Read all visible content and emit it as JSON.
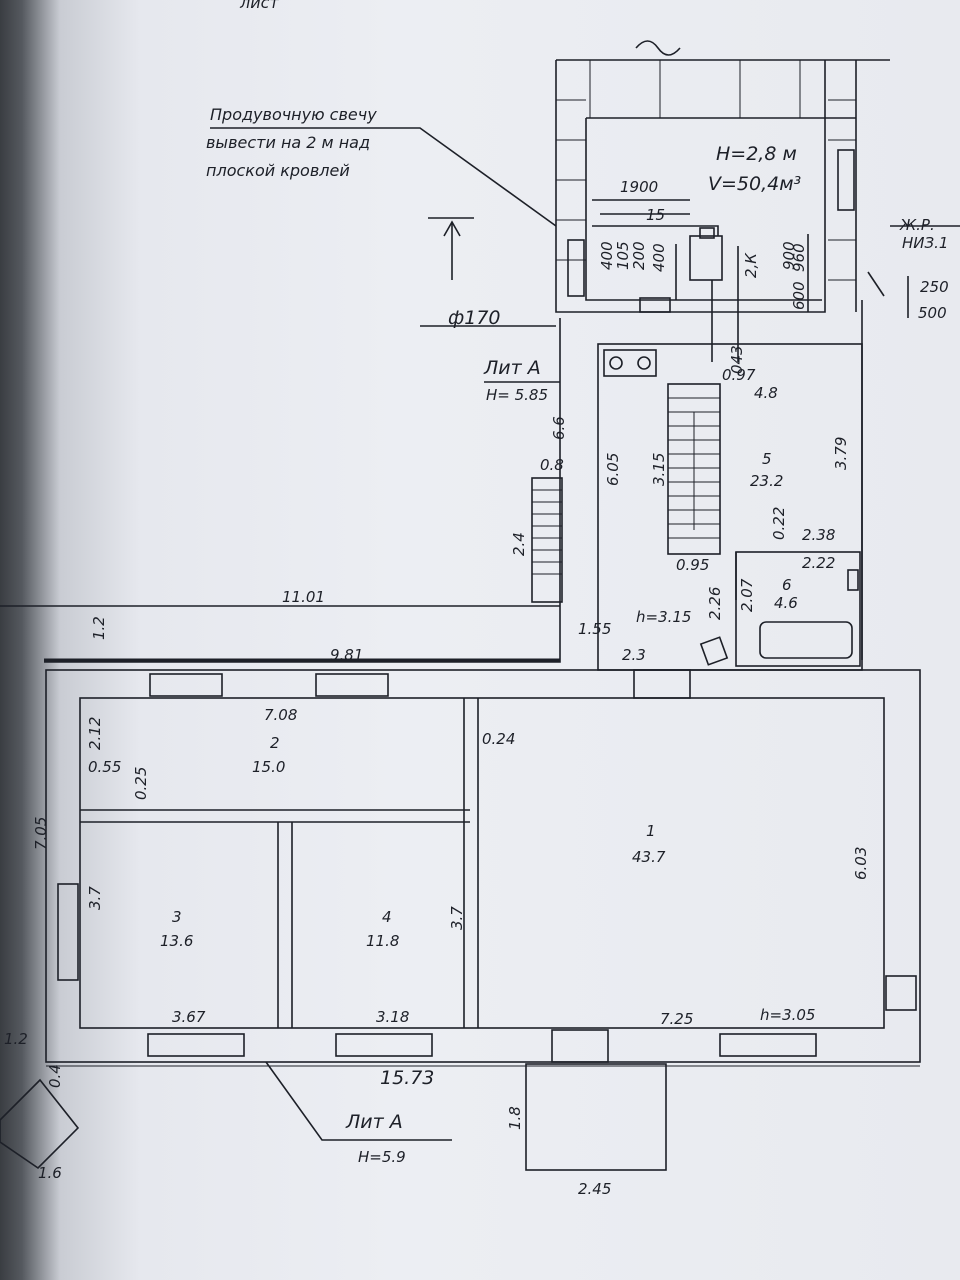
{
  "note": {
    "line1": "Продувочную свечу",
    "line2": "вывести на 2 м над",
    "line3": "плоской кровлей"
  },
  "boiler_room": {
    "height": "H=2,8 м",
    "volume": "V=50,4м³",
    "dim_1900": "1900",
    "dim_15": "15",
    "dims_v": [
      "400",
      "105",
      "200",
      "400"
    ],
    "dim_960": "960",
    "dim_600": "600",
    "dim_2k": "2,К"
  },
  "side_marks": {
    "zh_r": "Ж.Р.",
    "niz": "НИЗ.1",
    "d250": "250",
    "d500": "500"
  },
  "pipe": {
    "diameter": "ф170"
  },
  "lit_a_upper": {
    "title": "Лит А",
    "height": "H= 5.85"
  },
  "rooms": [
    {
      "num": "1",
      "area": "43.7"
    },
    {
      "num": "2",
      "area": "15.0"
    },
    {
      "num": "3",
      "area": "13.6"
    },
    {
      "num": "4",
      "area": "11.8"
    },
    {
      "num": "5",
      "area": "23.2"
    },
    {
      "num": "6",
      "area": "4.6"
    }
  ],
  "dims": {
    "d11_01": "11.01",
    "d9_81": "9.81",
    "d1_2a": "1.2",
    "d1_2b": "1.2",
    "d7_08": "7.08",
    "d2_12": "2.12",
    "d0_55": "0.55",
    "d0_25": "0.25",
    "d0_24": "0.24",
    "d7_05": "7.05",
    "d3_7a": "3.7",
    "d3_7b": "3.7",
    "d3_67": "3.67",
    "d3_18": "3.18",
    "d7_25": "7.25",
    "h3_05": "h=3.05",
    "d6_03": "6.03",
    "d15_73": "15.73",
    "d1_8": "1.8",
    "d2_45": "2.45",
    "d1_6": "1.6",
    "d0_4": "0.4",
    "d6_6": "6.6",
    "d0_8": "0.8",
    "d2_4": "2.4",
    "d6_05": "6.05",
    "d1_55": "1.55",
    "h3_15": "h=3.15",
    "d2_3": "2.3",
    "d2_26": "2.26",
    "d3_15": "3.15",
    "d0_95": "0.95",
    "d4_8": "4.8",
    "d3_79": "3.79",
    "d0_97": "0.97",
    "d043": "043",
    "d0_22": "0.22",
    "d2_38": "2.38",
    "d2_22": "2.22",
    "d2_07": "2.07",
    "d900": "900"
  },
  "lit_a_lower": {
    "title": "Лит А",
    "height": "H=5.9"
  },
  "top_fragment": "лист"
}
